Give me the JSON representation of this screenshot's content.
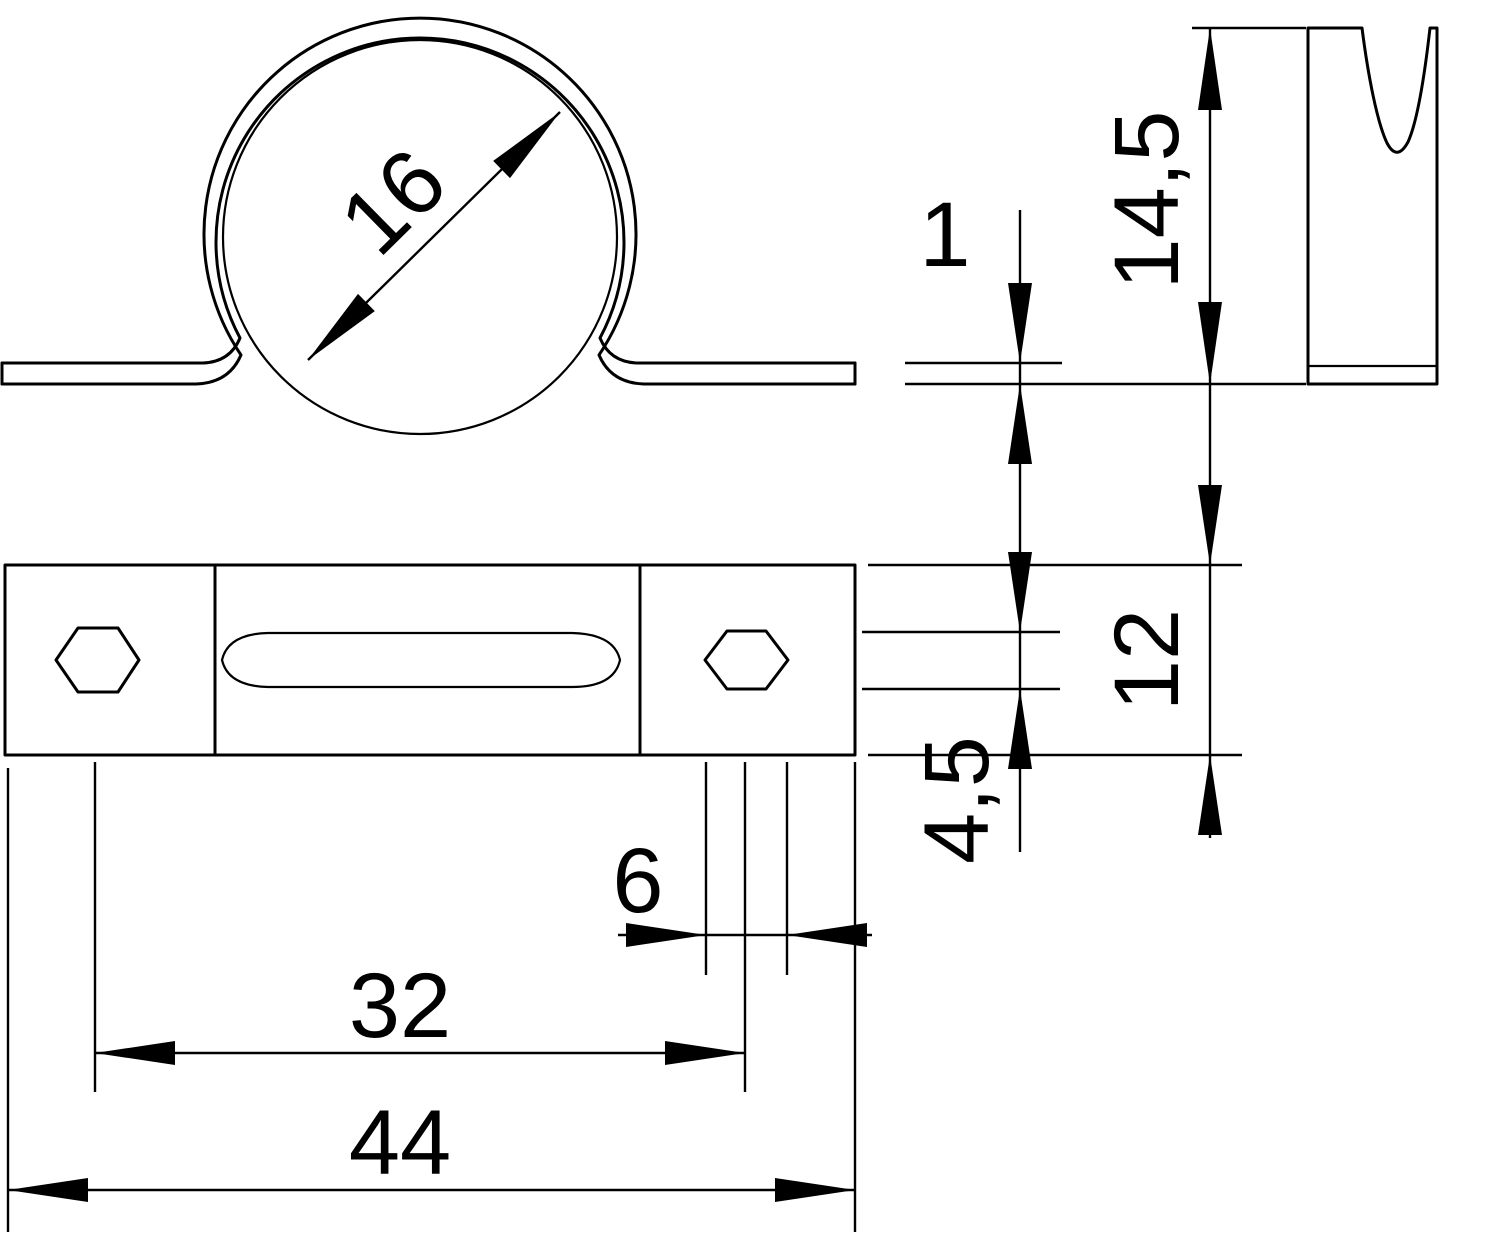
{
  "colors": {
    "background": "#ffffff",
    "line": "#000000"
  },
  "dimensions": {
    "pipe_diameter": "16",
    "material_thickness": "1",
    "clamp_height": "14,5",
    "base_width": "12",
    "hole_height": "4,5",
    "hole_width": "6",
    "hole_spacing": "32",
    "overall_length": "44"
  }
}
